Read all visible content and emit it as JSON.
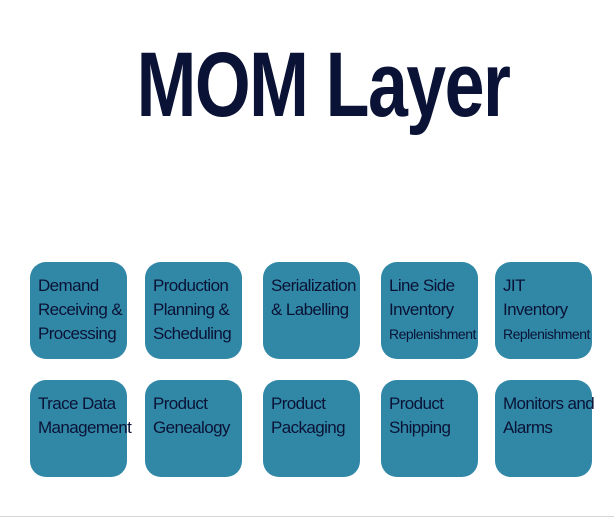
{
  "title": "MOM Layer",
  "modules": [
    {
      "lines": [
        "Demand",
        "Receiving &",
        "Processing"
      ]
    },
    {
      "lines": [
        "Production",
        "Planning &",
        "Scheduling"
      ]
    },
    {
      "lines": [
        "Serialization",
        "& Labelling"
      ]
    },
    {
      "lines": [
        "Line Side",
        "Inventory",
        "Replenishment"
      ]
    },
    {
      "lines": [
        "JIT",
        "Inventory",
        "Replenishment"
      ]
    },
    {
      "lines": [
        "Trace Data",
        "Management"
      ]
    },
    {
      "lines": [
        "Product",
        "Genealogy"
      ]
    },
    {
      "lines": [
        "Product",
        "Packaging"
      ]
    },
    {
      "lines": [
        "Product",
        "Shipping"
      ]
    },
    {
      "lines": [
        "Monitors and",
        "Alarms"
      ]
    }
  ],
  "colors": {
    "title": "#0a1235",
    "box_fill": "#3188a6",
    "box_text": "#0a1235"
  }
}
